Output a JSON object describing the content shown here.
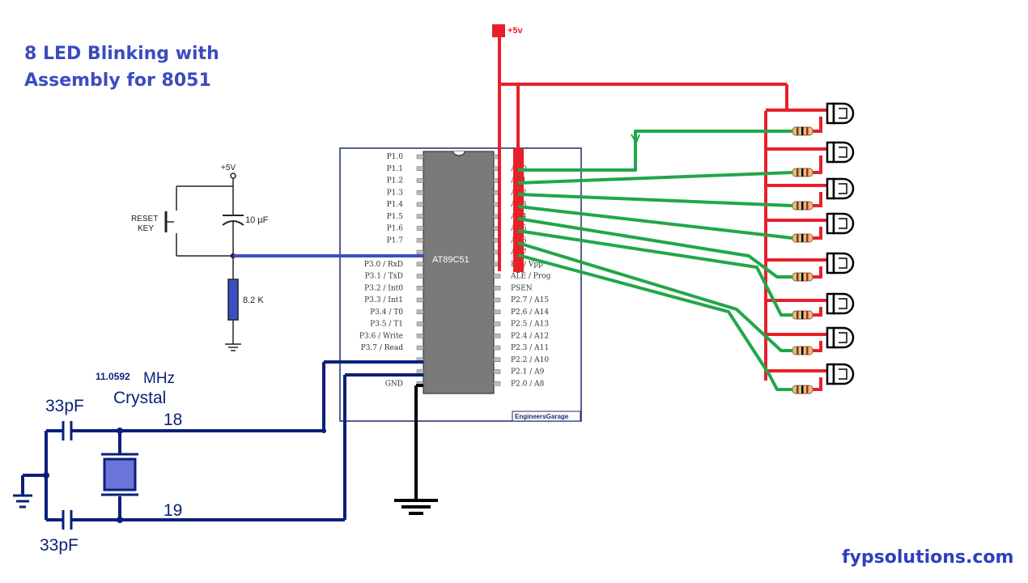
{
  "title": {
    "line1": "8 LED Blinking with",
    "line2": "Assembly for 8051"
  },
  "footer": "fypsolutions.com",
  "supply": {
    "top_label": "+5v",
    "reset_label": "+5V"
  },
  "reset": {
    "key_label_1": "RESET",
    "key_label_2": "KEY",
    "cap_label": "10 µF",
    "res_label": "8.2 K"
  },
  "crystal": {
    "freq": "11.0592",
    "freq_unit": "MHz",
    "label": "Crystal",
    "cap_top": "33pF",
    "cap_bottom": "33pF",
    "pin18": "18",
    "pin19": "19"
  },
  "chip": {
    "name": "AT89C51",
    "brand": "EngineersGarage",
    "left_pins": [
      "P1.0",
      "P1.1",
      "P1.2",
      "P1.3",
      "P1.4",
      "P1.5",
      "P1.6",
      "P1.7",
      "",
      "P3.0 / RxD",
      "P3.1 / TxD",
      "P3.2 / Int0",
      "P3.3 / Int1",
      "P3.4 / T0",
      "P3.5 / T1",
      "P3.6 / Write",
      "P3.7 / Read",
      "",
      "",
      "GND"
    ],
    "right_pins": [
      "",
      "AD0",
      "AD1",
      "AD2",
      "AD3",
      "AD4",
      "AD5",
      "AD6",
      "AD7",
      "EA / Vpp",
      "ALE / Prog",
      "PSEN",
      "P2.7 / A15",
      "P2.6 / A14",
      "P2.5 / A13",
      "P2.4 / A12",
      "P2.3 / A11",
      "P2.2 / A10",
      "P2.1 / A9",
      "P2.0 / A8"
    ]
  },
  "colors": {
    "vcc": "#e8202a",
    "signal": "#22a64a",
    "ground": "#000000",
    "clock": "#0b1f7a",
    "reset_line": "#3a4fc4",
    "title": "#3b4cc0"
  },
  "leds": {
    "count": 8
  }
}
